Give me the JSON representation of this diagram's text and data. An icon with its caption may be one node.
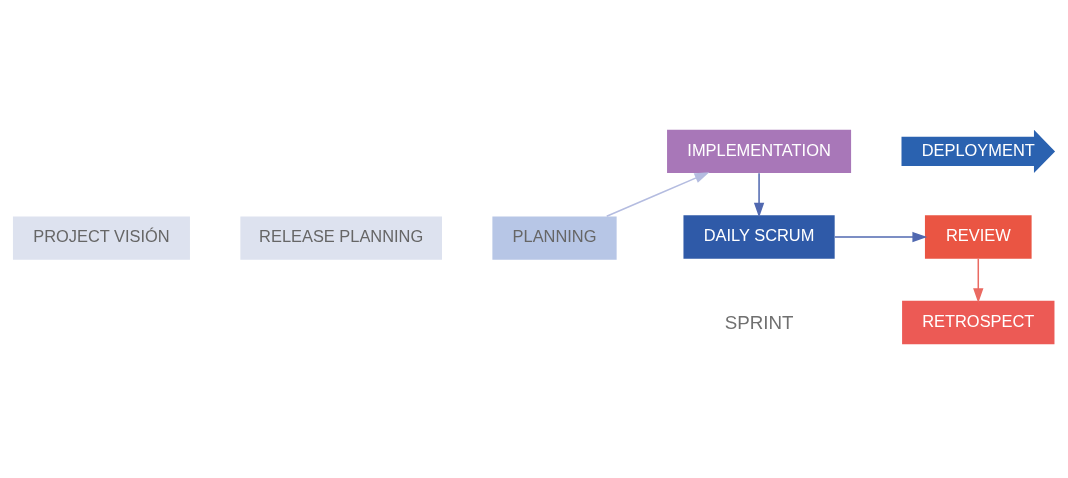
{
  "diagram": {
    "nodes": [
      {
        "text": [
          "PROJECT VISIÓN"
        ]
      },
      {
        "text": [
          "RELEASE PLANNING"
        ]
      },
      {
        "text": [
          "PLANNING"
        ]
      },
      {
        "text": [
          "IMPLEMENTATION"
        ]
      },
      {
        "text": [
          "DAILY SCRUM"
        ]
      },
      {
        "text": [
          "REVIEW"
        ]
      },
      {
        "text": [
          "RETROSPECT"
        ]
      },
      {
        "text": [
          "DEPLOYMENT"
        ]
      }
    ],
    "edges": [
      {
        "from": 2,
        "to": 3,
        "arrow": "to",
        "color": "#b4bce0"
      },
      {
        "from": 3,
        "to": 4,
        "arrow": "to"
      },
      {
        "from": 4,
        "to": 5,
        "arrow": "to"
      },
      {
        "from": 5,
        "to": 6,
        "arrow": "to",
        "color": "#ea6a62"
      }
    ],
    "labels": [
      "SPRINT"
    ]
  }
}
